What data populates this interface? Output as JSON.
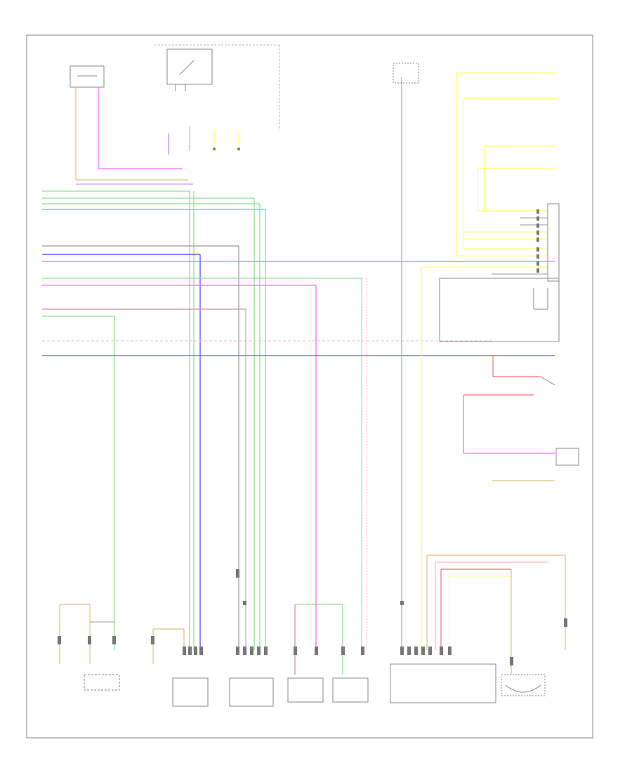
{
  "diagram": {
    "footer_code": "",
    "wire_colors": {
      "green": "#8fe08f",
      "blue": "#5b5bff",
      "magenta": "#ff66ff",
      "pink": "#ff7fa6",
      "yellow": "#ffff66",
      "gray": "#9a9a9a",
      "tan": "#e0c080",
      "red": "#ff6e6e",
      "violet": "#c07fff",
      "teal": "#66c0c0"
    },
    "icons": [
      "switch-symbol",
      "sensor-symbol",
      "connector-pin"
    ]
  }
}
